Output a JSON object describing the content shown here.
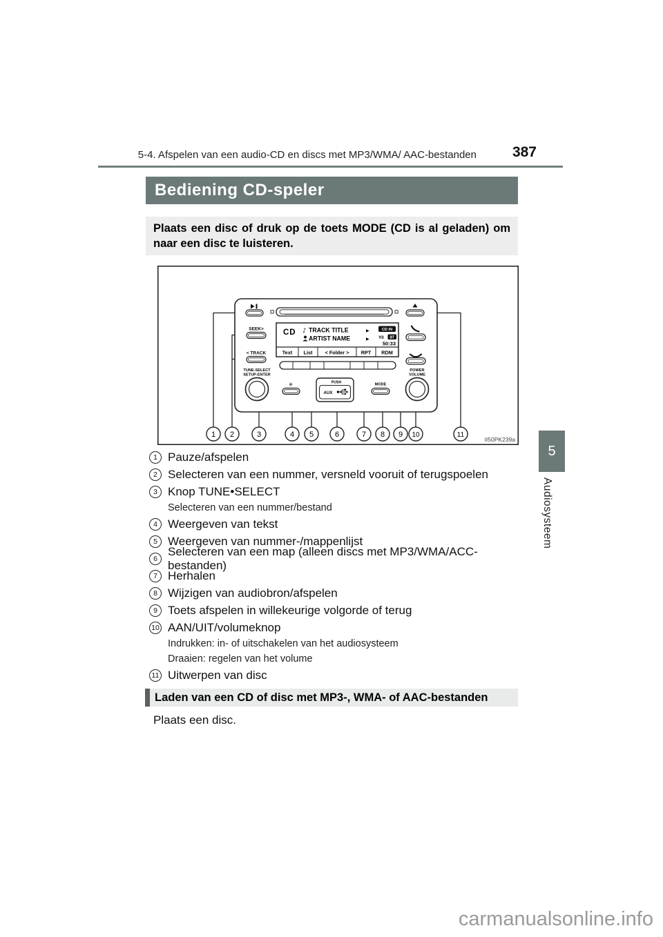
{
  "page": {
    "number": "387",
    "section_header": "5-4. Afspelen van een audio-CD en discs met MP3/WMA/ AAC-bestanden"
  },
  "title": "Bediening CD-speler",
  "intro": "Plaats een disc of druk op de toets MODE (CD is al geladen) om naar een disc te luisteren.",
  "diagram": {
    "figure_id": "II50PK239a",
    "radio": {
      "seek_label": "SEEK>",
      "track_label": "< TRACK",
      "tune_label_1": "TUNE-SELECT",
      "tune_label_2": "SETUP-ENTER",
      "power_label_1": "POWER",
      "power_label_2": "VOLUME",
      "mode_label": "MODE",
      "push_label": "PUSH",
      "aux_label": "AUX",
      "display": {
        "source": "CD",
        "line1": "TRACK TITLE",
        "line2": "ARTIST NAME",
        "cd_in": "CD IN",
        "signal": "Yil",
        "bt": "BT",
        "time": "50:33",
        "softkeys": [
          "Text",
          "List",
          "< Folder >",
          "RPT",
          "RDM"
        ]
      }
    },
    "callouts": [
      "1",
      "2",
      "3",
      "4",
      "5",
      "6",
      "7",
      "8",
      "9",
      "10",
      "11"
    ]
  },
  "legend": [
    {
      "num": "1",
      "text": "Pauze/afspelen"
    },
    {
      "num": "2",
      "text": "Selecteren van een nummer, versneld vooruit of terugspoelen"
    },
    {
      "num": "3",
      "text": "Knop TUNE•SELECT",
      "subs": [
        "Selecteren van een nummer/bestand"
      ]
    },
    {
      "num": "4",
      "text": "Weergeven van tekst"
    },
    {
      "num": "5",
      "text": "Weergeven van nummer-/mappenlijst"
    },
    {
      "num": "6",
      "text": "Selecteren van een map (alleen discs met MP3/WMA/ACC-bestanden)"
    },
    {
      "num": "7",
      "text": "Herhalen"
    },
    {
      "num": "8",
      "text": "Wijzigen van audiobron/afspelen"
    },
    {
      "num": "9",
      "text": "Toets afspelen in willekeurige volgorde of terug"
    },
    {
      "num": "10",
      "text": "AAN/UIT/volumeknop",
      "subs": [
        "Indrukken: in- of uitschakelen van het audiosysteem",
        "Draaien: regelen van het volume"
      ]
    },
    {
      "num": "11",
      "text": "Uitwerpen van disc"
    }
  ],
  "section2": {
    "title": "Laden van een CD of disc met MP3-, WMA- of AAC-bestanden",
    "body": "Plaats een disc."
  },
  "sidebar_tab": {
    "chapter": "5",
    "label": "Audiosysteem"
  },
  "watermark": "carmanualsonline.info",
  "colors": {
    "theme": "#6b7a78",
    "accent_dark": "#59625f",
    "box_bg": "#ededed",
    "watermark": "#9a9a9a"
  }
}
